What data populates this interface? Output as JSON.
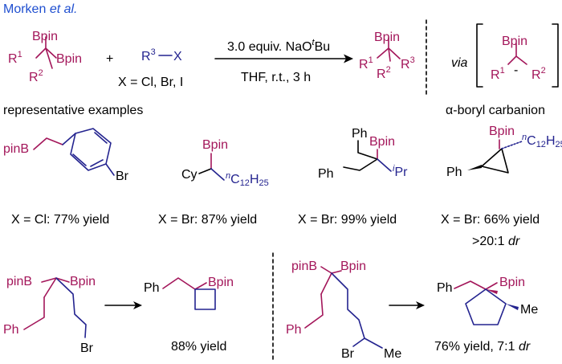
{
  "header": {
    "author": "Morken",
    "etal": "et al."
  },
  "reaction": {
    "plus": "+",
    "halide": "R",
    "halide_sup": "3",
    "halide_x": "X",
    "x_def": "X = Cl, Br, I",
    "cond_top_pre": "3.0 equiv. NaO",
    "cond_top_sup": "t",
    "cond_top_post": "Bu",
    "cond_bottom": "THF, r.t., 3 h",
    "via": "via",
    "carbanion": "α-boryl carbanion",
    "representative": "representative examples"
  },
  "labels": {
    "bpin": "Bpin",
    "pinb": "pinB",
    "r": "R",
    "r1": "1",
    "r2": "2",
    "r3": "3",
    "minus": "-",
    "ph": "Ph",
    "cy": "Cy",
    "br": "Br",
    "me": "Me",
    "pr": "Pr",
    "ipref": "i",
    "npref": "n",
    "c12": "C",
    "c12sub": "12",
    "h25": "H",
    "h25sub": "25"
  },
  "examples": [
    {
      "caption": "X = Cl: 77% yield"
    },
    {
      "caption": "X = Br: 87% yield"
    },
    {
      "caption": "X = Br: 99% yield"
    },
    {
      "caption": "X = Br: 66% yield",
      "dr_value": ">20:1 ",
      "dr_unit": "dr"
    }
  ],
  "cyclizations": [
    {
      "caption": "88% yield"
    },
    {
      "caption_pre": "76% yield, 7:1 ",
      "caption_unit": "dr"
    }
  ]
}
